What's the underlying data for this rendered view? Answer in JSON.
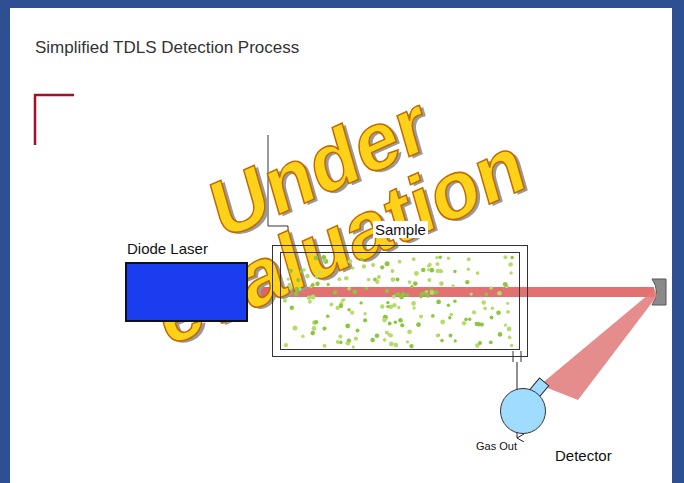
{
  "diagram": {
    "title": "Simplified TDLS Detection Process",
    "nodes": [
      {
        "text": [
          "Diode Laser"
        ]
      },
      {
        "text": [
          "Sample"
        ]
      },
      {
        "text": [
          "Detector"
        ]
      }
    ],
    "edges": [
      {
        "from": 0,
        "to": 1,
        "arrow": "none"
      }
    ],
    "labels": [
      "Under evaluation",
      "Gas Out"
    ]
  }
}
